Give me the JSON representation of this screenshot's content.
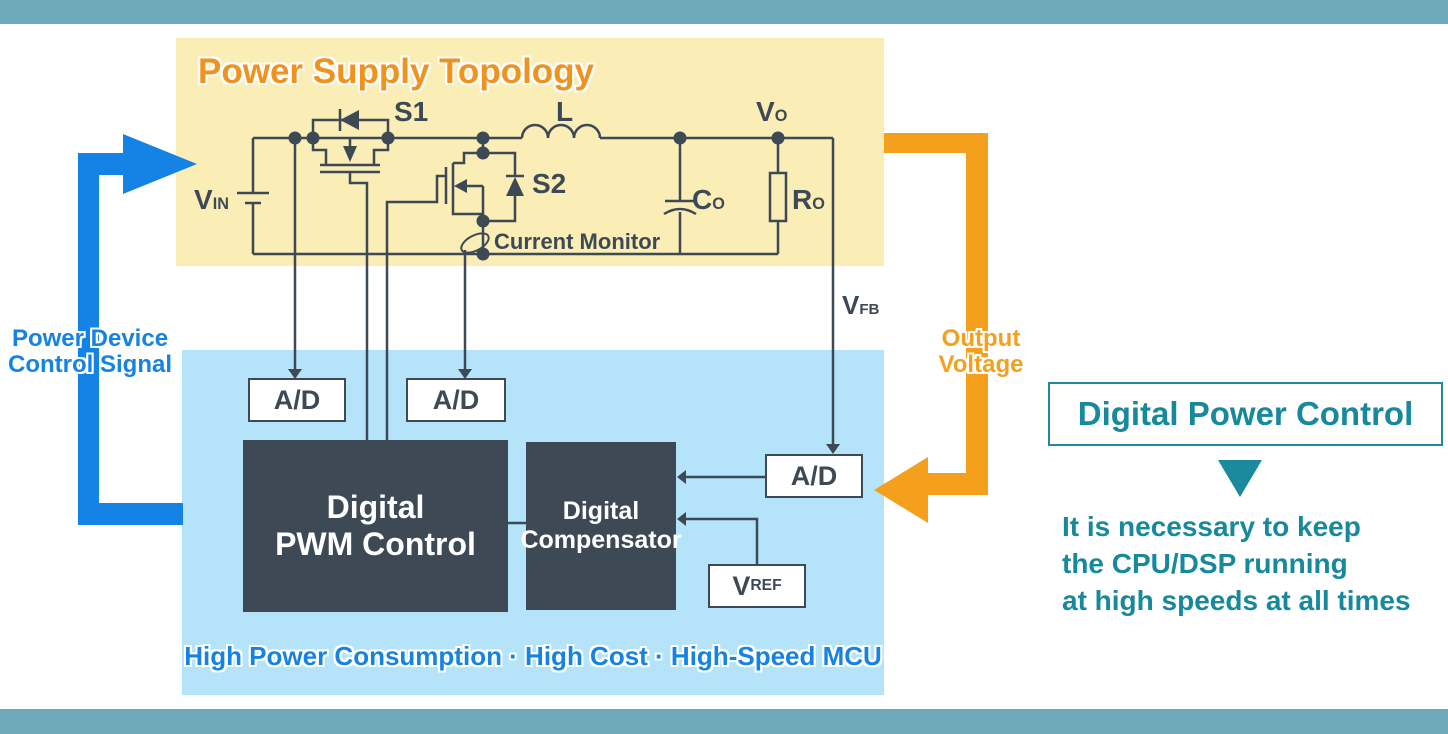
{
  "colors": {
    "frame_bar": "#6FAABB",
    "topology_bg": "#FAEDB5",
    "controller_bg": "#B5E3FA",
    "dark_slate": "#3D4A55",
    "blue_accent": "#1583E6",
    "orange_accent": "#F5A01D",
    "orange_title": "#F0921E",
    "teal_text": "#17899C"
  },
  "topology": {
    "title": "Power Supply Topology",
    "s1": "S1",
    "l": "L",
    "s2": "S2",
    "vin": {
      "main": "V",
      "sub": "IN"
    },
    "vo": {
      "main": "V",
      "sub": "O"
    },
    "co": {
      "main": "C",
      "sub": "O"
    },
    "ro": {
      "main": "R",
      "sub": "O"
    },
    "current_monitor": "Current Monitor"
  },
  "vfb": {
    "main": "V",
    "sub": "FB"
  },
  "controller": {
    "ad_left": "A/D",
    "ad_mid": "A/D",
    "ad_right": "A/D",
    "vref": {
      "main": "V",
      "sub": "REF"
    },
    "pwm": {
      "line1": "Digital",
      "line2": "PWM Control"
    },
    "compensator": {
      "line1": "Digital",
      "line2": "Compensator"
    },
    "footer": "High Power Consumption · High Cost · High-Speed MCU"
  },
  "left_arrow": {
    "line1": "Power Device",
    "line2": "Control Signal"
  },
  "right_arrow": {
    "line1": "Output",
    "line2": "Voltage"
  },
  "side_panel": {
    "title": "Digital Power Control",
    "desc1": "It is necessary to keep",
    "desc2": "the CPU/DSP running",
    "desc3": "at high speeds at all times"
  }
}
